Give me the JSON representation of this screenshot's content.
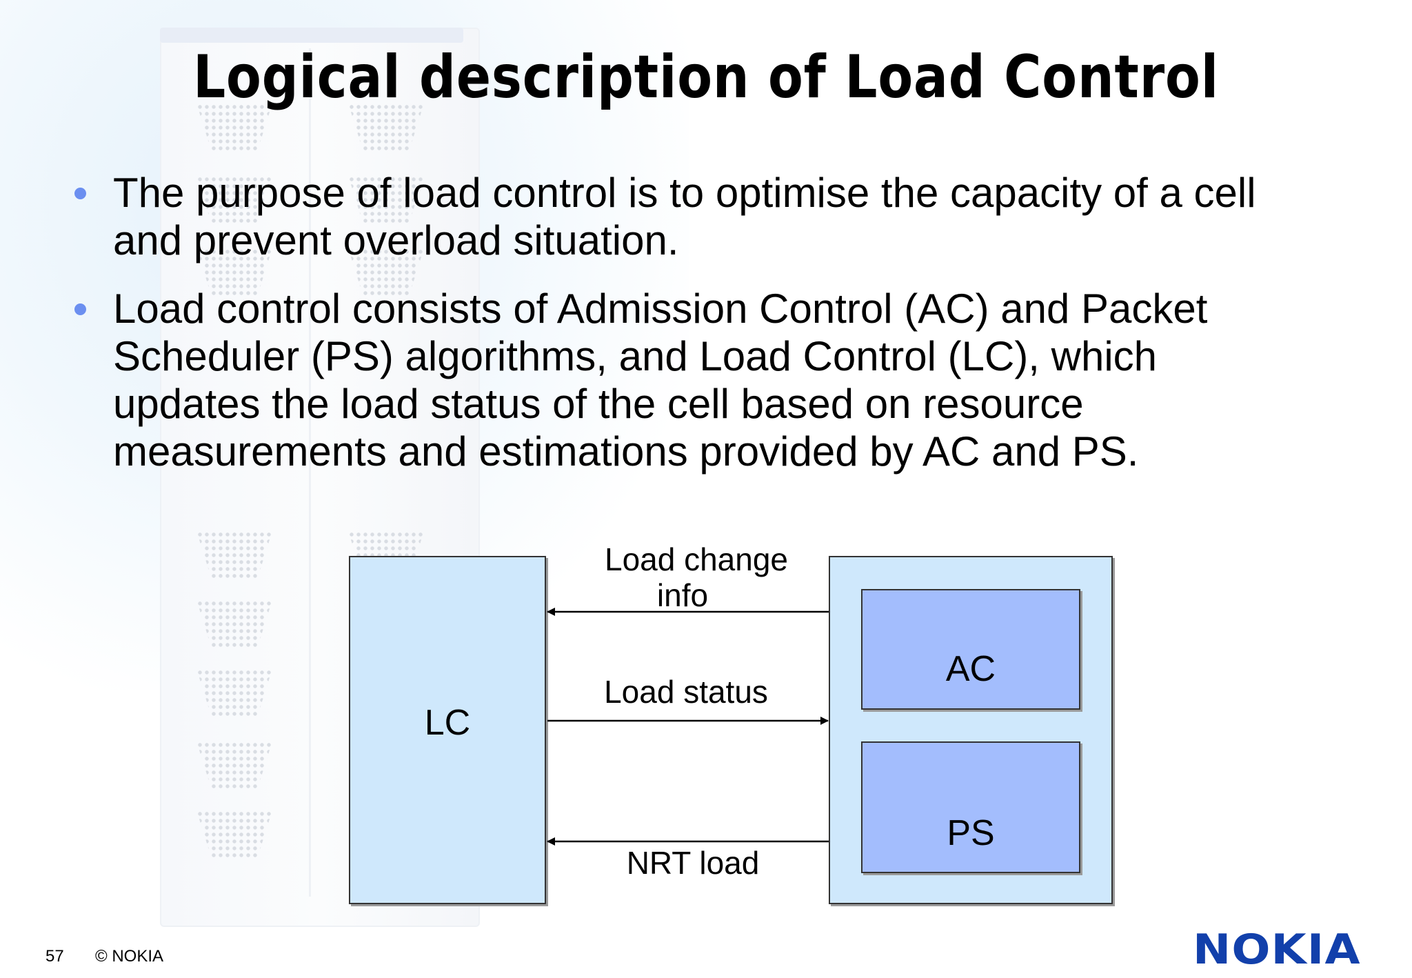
{
  "slide": {
    "title": "Logical description of Load Control",
    "bullets": [
      "The purpose of load control is to optimise the capacity of a cell and prevent overload situation.",
      "Load control consists of Admission Control (AC) and Packet Scheduler (PS) algorithms, and Load Control (LC), which updates the load status of the cell based on resource measurements and estimations provided by AC and PS."
    ],
    "bullet_color": "#6b8ff0"
  },
  "diagram": {
    "boxes": {
      "lc": "LC",
      "ac": "AC",
      "ps": "PS"
    },
    "arrows": {
      "load_change_line1": "Load change",
      "load_change_line2": "info",
      "load_status": "Load status",
      "nrt_load": "NRT load"
    },
    "colors": {
      "outer_box": "#cfe8fc",
      "inner_box": "#a3bdfd"
    }
  },
  "footer": {
    "page_number": "57",
    "copyright": "© NOKIA",
    "logo_text": "NOKIA",
    "logo_color": "#1240ab"
  }
}
